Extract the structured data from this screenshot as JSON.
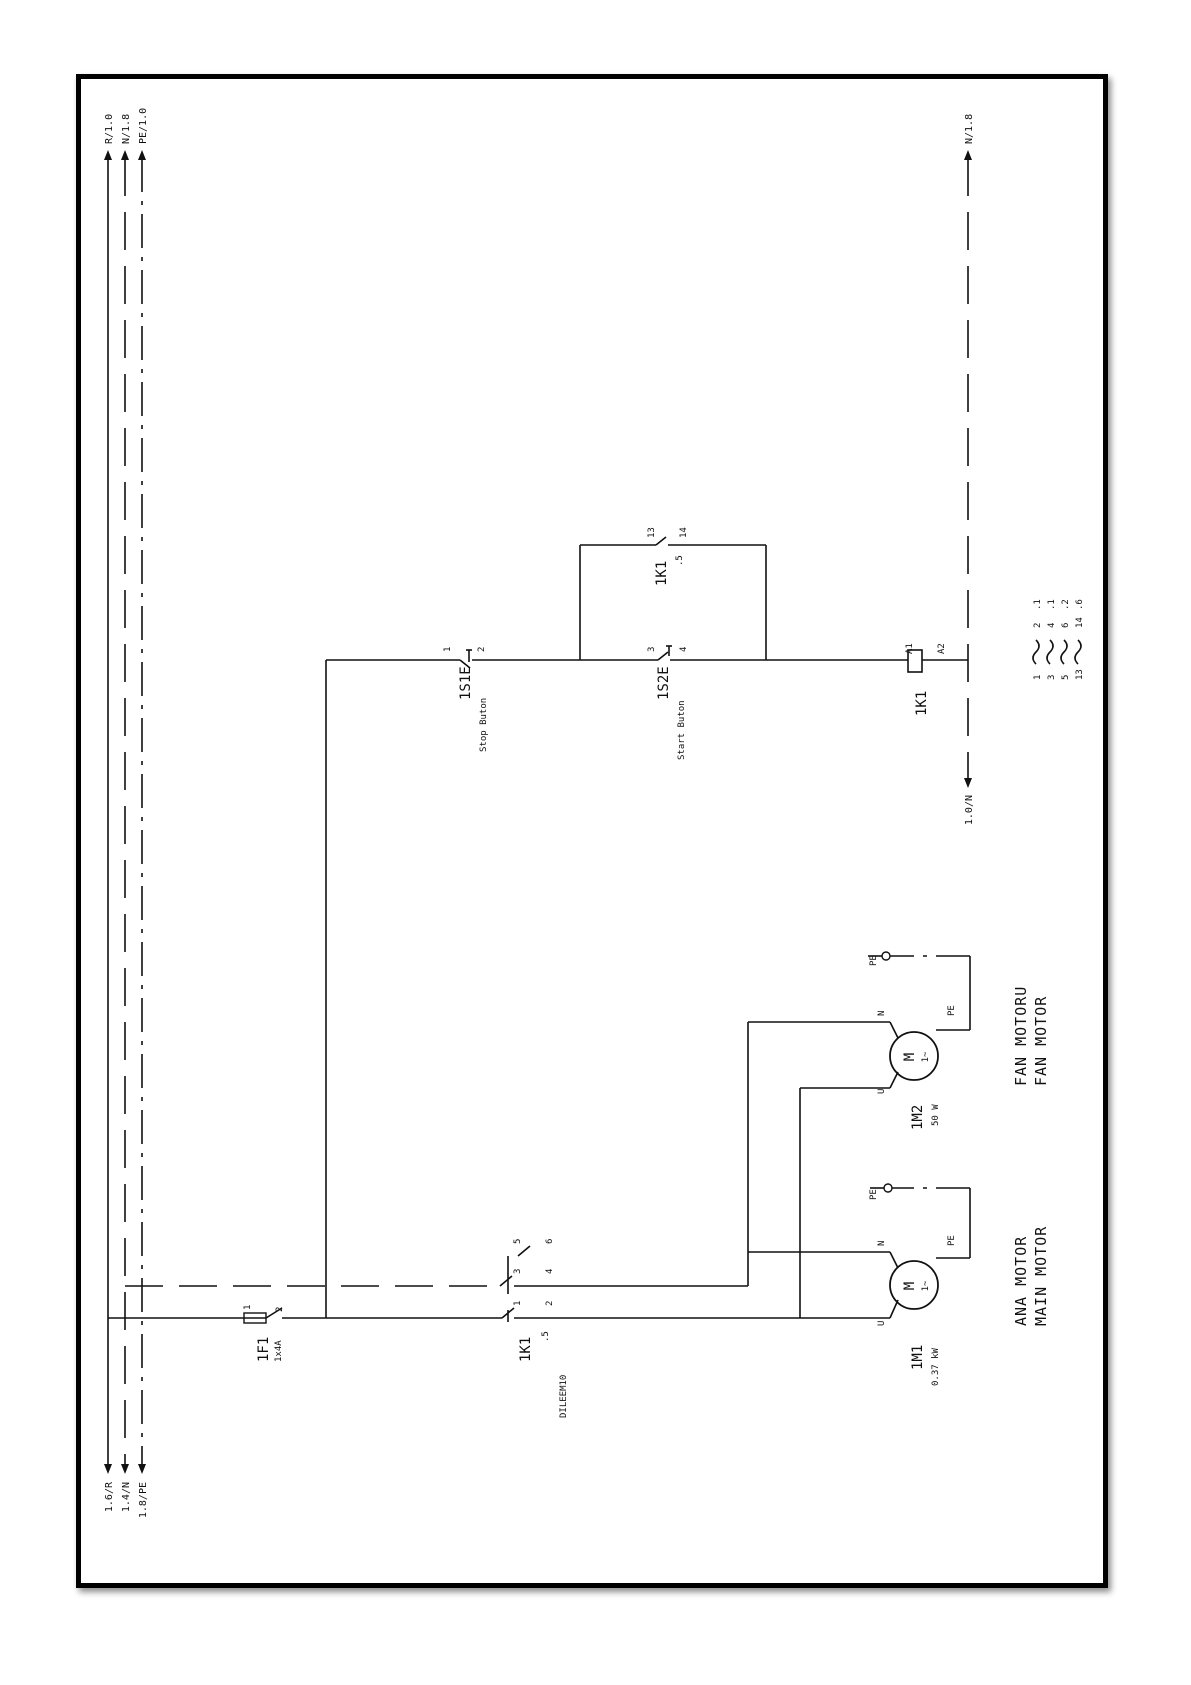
{
  "rails": {
    "left_r": "1.6/R",
    "left_n": "1.4/N",
    "left_pe": "1.8/PE",
    "top_r": "R/1.0",
    "top_n": "N/1.8",
    "top_pe": "PE/1.0",
    "right_n": "N/1.8",
    "bottom_n": "1.0/N"
  },
  "fuse": {
    "tag": "1F1",
    "rating": "1x4A",
    "pin_in": "1",
    "pin_out": "2"
  },
  "contactor_main": {
    "tag": "1K1",
    "ref": ".5",
    "model": "DILEEM10",
    "pins": [
      "1",
      "2",
      "3",
      "4",
      "5",
      "6"
    ]
  },
  "stop_button": {
    "tag": "1S1E",
    "label": "Stop Buton",
    "pin_a": "1",
    "pin_b": "2"
  },
  "start_button": {
    "tag": "1S2E",
    "label": "Start Buton",
    "pin_a": "3",
    "pin_b": "4"
  },
  "holding_contact": {
    "tag": "1K1",
    "ref": ".5",
    "pin_a": "13",
    "pin_b": "14"
  },
  "coil": {
    "tag": "1K1",
    "pin_a": "A1",
    "pin_b": "A2"
  },
  "coil_contacts": [
    {
      "from": "1",
      "to": "2",
      "ref": ".1"
    },
    {
      "from": "3",
      "to": "4",
      "ref": ".1"
    },
    {
      "from": "5",
      "to": "6",
      "ref": ".2"
    },
    {
      "from": "13",
      "to": "14",
      "ref": ".6"
    }
  ],
  "motor_main": {
    "tag": "1M1",
    "rating": "0.37 kW",
    "symbol": "M",
    "phase": "1~",
    "term_u": "U",
    "term_n": "N",
    "term_pe": "PE",
    "pe_node": "PE",
    "name_tr": "ANA MOTOR",
    "name_en": "MAIN MOTOR"
  },
  "motor_fan": {
    "tag": "1M2",
    "rating": "50 W",
    "symbol": "M",
    "phase": "1~",
    "term_u": "U",
    "term_n": "N",
    "term_pe": "PE",
    "pe_node": "PE",
    "name_tr": "FAN MOTORU",
    "name_en": "FAN MOTOR"
  }
}
